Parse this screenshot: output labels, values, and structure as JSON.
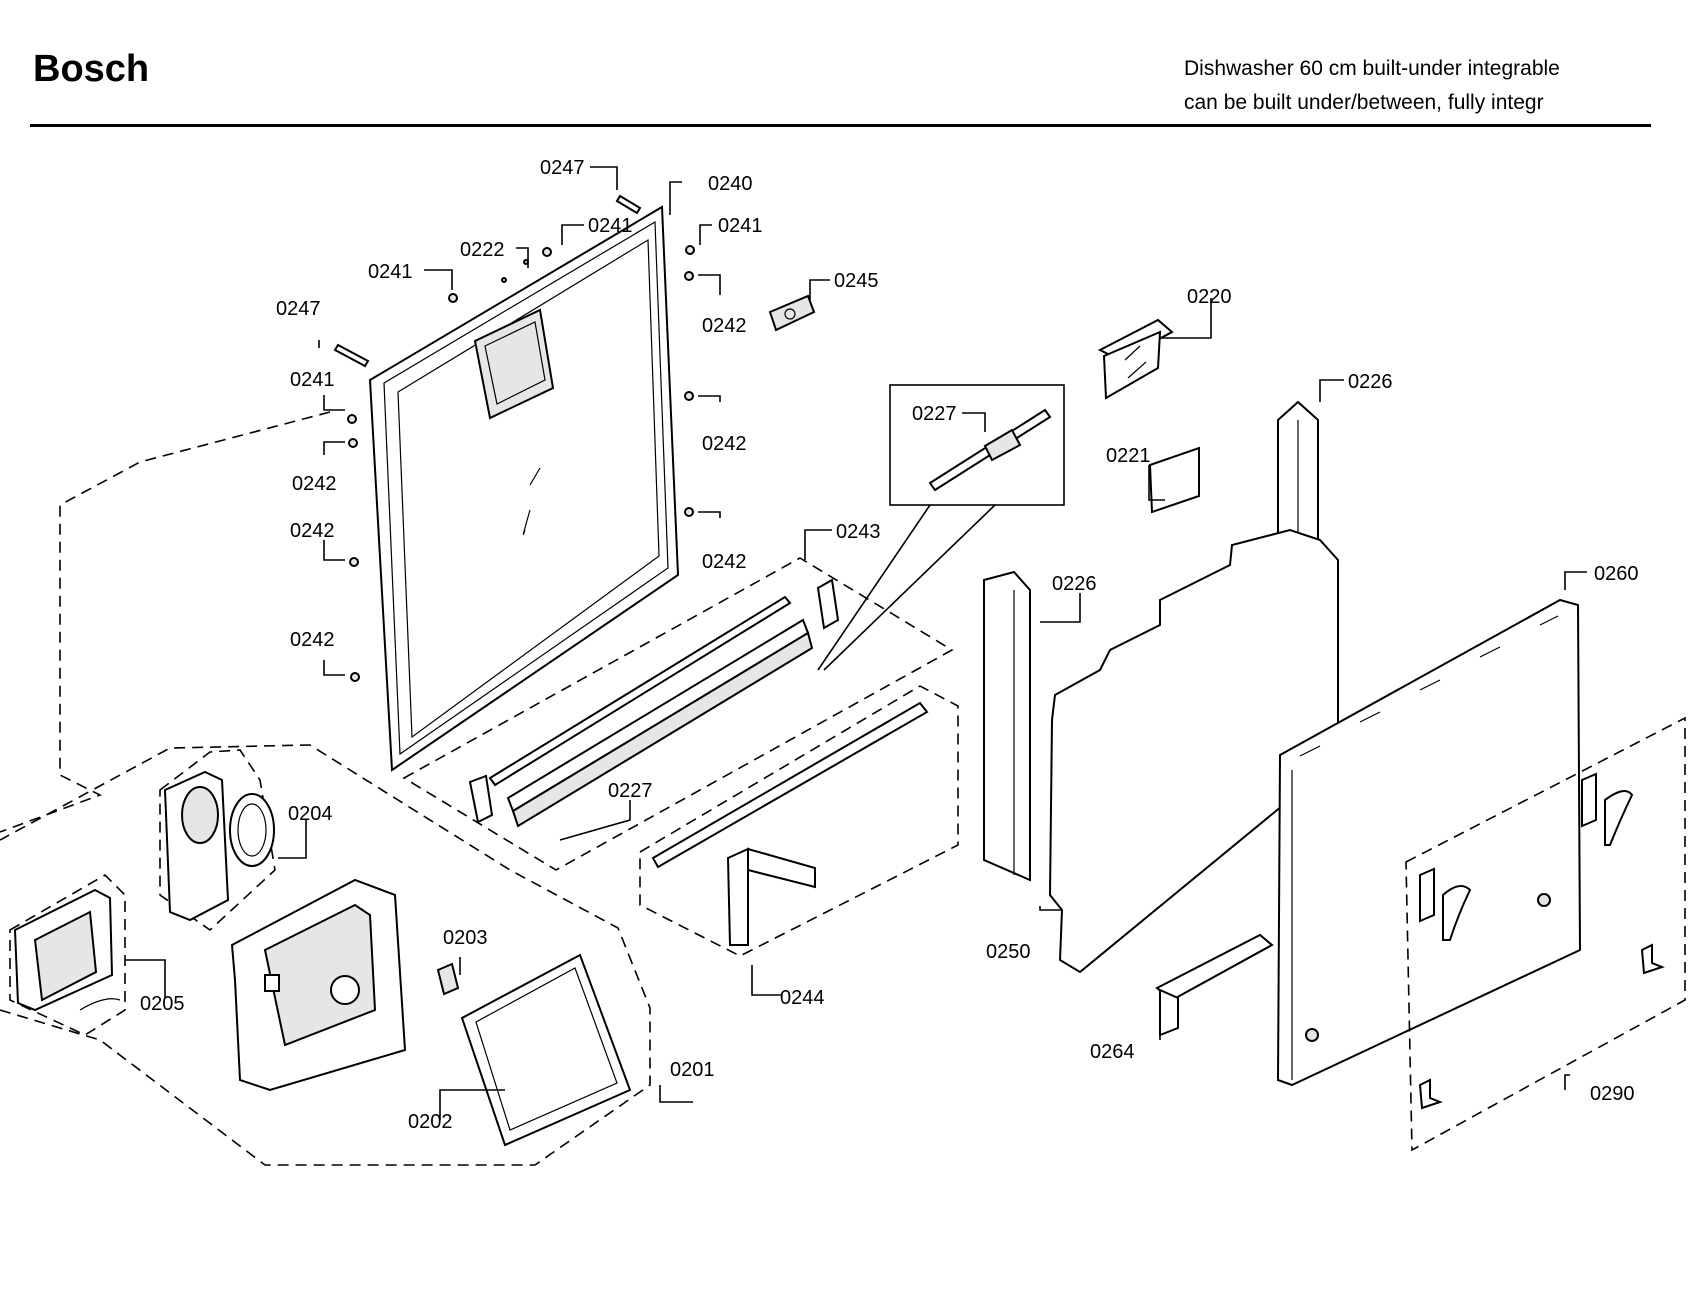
{
  "header": {
    "brand": "Bosch",
    "subtitle_line1": "Dishwasher 60 cm built-under integrable",
    "subtitle_line2": "can be built under/between, fully integr"
  },
  "labels": {
    "p0247a": "0247",
    "p0240": "0240",
    "p0241a": "0241",
    "p0241b": "0241",
    "p0222": "0222",
    "p0241c": "0241",
    "p0245": "0245",
    "p0242a": "0242",
    "p0247b": "0247",
    "p0241d": "0241",
    "p0242b": "0242",
    "p0242c": "0242",
    "p0242d": "0242",
    "p0242e": "0242",
    "p0242f": "0242",
    "p0220": "0220",
    "p0226a": "0226",
    "p0227a": "0227",
    "p0221": "0221",
    "p0243": "0243",
    "p0226b": "0226",
    "p0260": "0260",
    "p0227b": "0227",
    "p0204": "0204",
    "p0203": "0203",
    "p0250": "0250",
    "p0205": "0205",
    "p0244": "0244",
    "p0264": "0264",
    "p0201": "0201",
    "p0290": "0290",
    "p0202": "0202"
  }
}
